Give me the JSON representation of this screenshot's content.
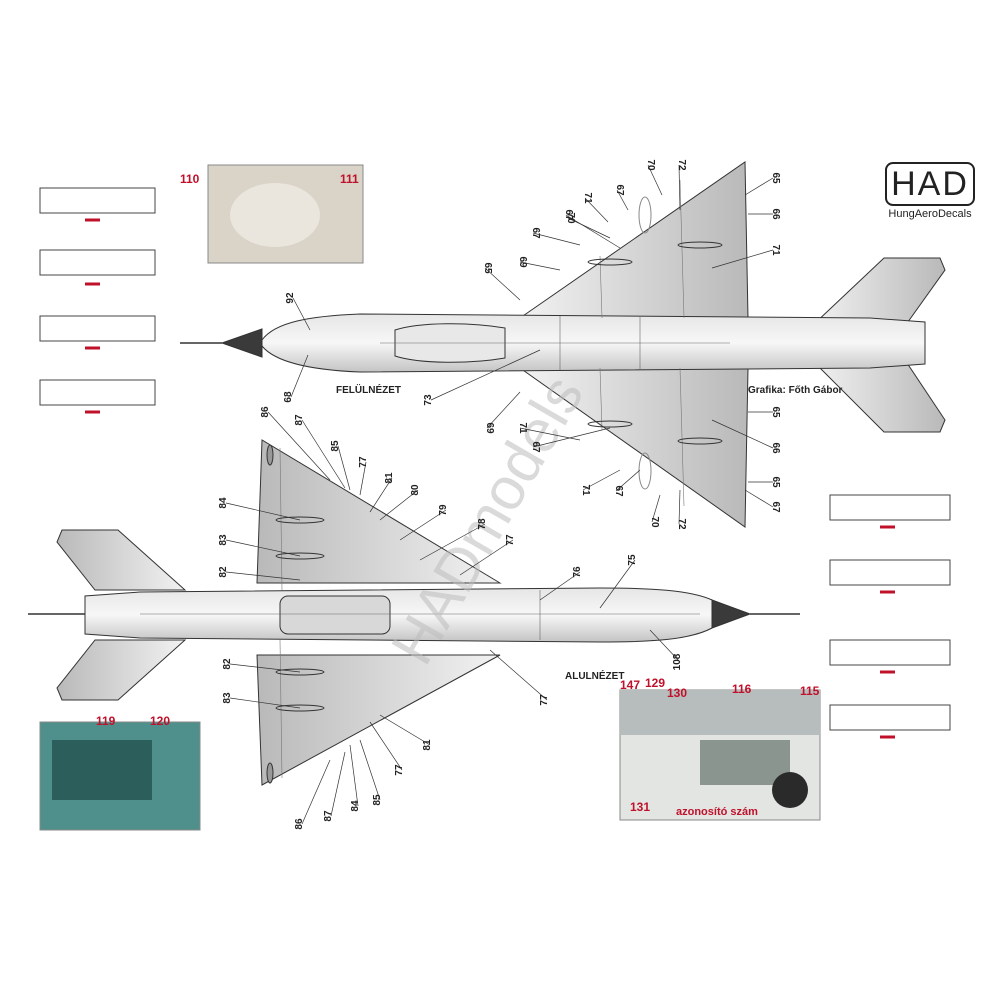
{
  "logo": {
    "mark": "HAD",
    "subtitle": "HungAeroDecals"
  },
  "watermark": "HADmodels",
  "views": {
    "top_label": "FELÜLNÉZET",
    "bottom_label": "ALULNÉZET",
    "credit": "Grafika: Főth Gábor"
  },
  "photos": {
    "cargo": {
      "labels": [
        "110",
        "111"
      ]
    },
    "cockpit": {
      "labels": [
        "119",
        "120"
      ]
    },
    "gear": {
      "labels": [
        "147",
        "129",
        "130",
        "116",
        "115",
        "131"
      ],
      "caption": "azonosító szám"
    }
  },
  "top_callouts": {
    "upper_wing": [
      "70",
      "72",
      "67",
      "71",
      "67",
      "70",
      "67",
      "65",
      "66",
      "71",
      "69",
      "65"
    ],
    "lower_wing": [
      "69",
      "71",
      "67",
      "65",
      "66",
      "71",
      "67",
      "65",
      "70",
      "72",
      "67"
    ],
    "fuselage": [
      "92",
      "68",
      "73"
    ]
  },
  "bottom_callouts": {
    "upper_wing": [
      "86",
      "87",
      "85",
      "77",
      "81",
      "80",
      "84",
      "79",
      "78",
      "83",
      "77",
      "82",
      "76",
      "75"
    ],
    "lower_wing": [
      "82",
      "108",
      "77",
      "83",
      "81",
      "86",
      "87",
      "84",
      "85",
      "77"
    ]
  },
  "colors": {
    "callout_red": "#c0102a",
    "aircraft_grey": "#d3d3d3",
    "outline": "#333333"
  }
}
